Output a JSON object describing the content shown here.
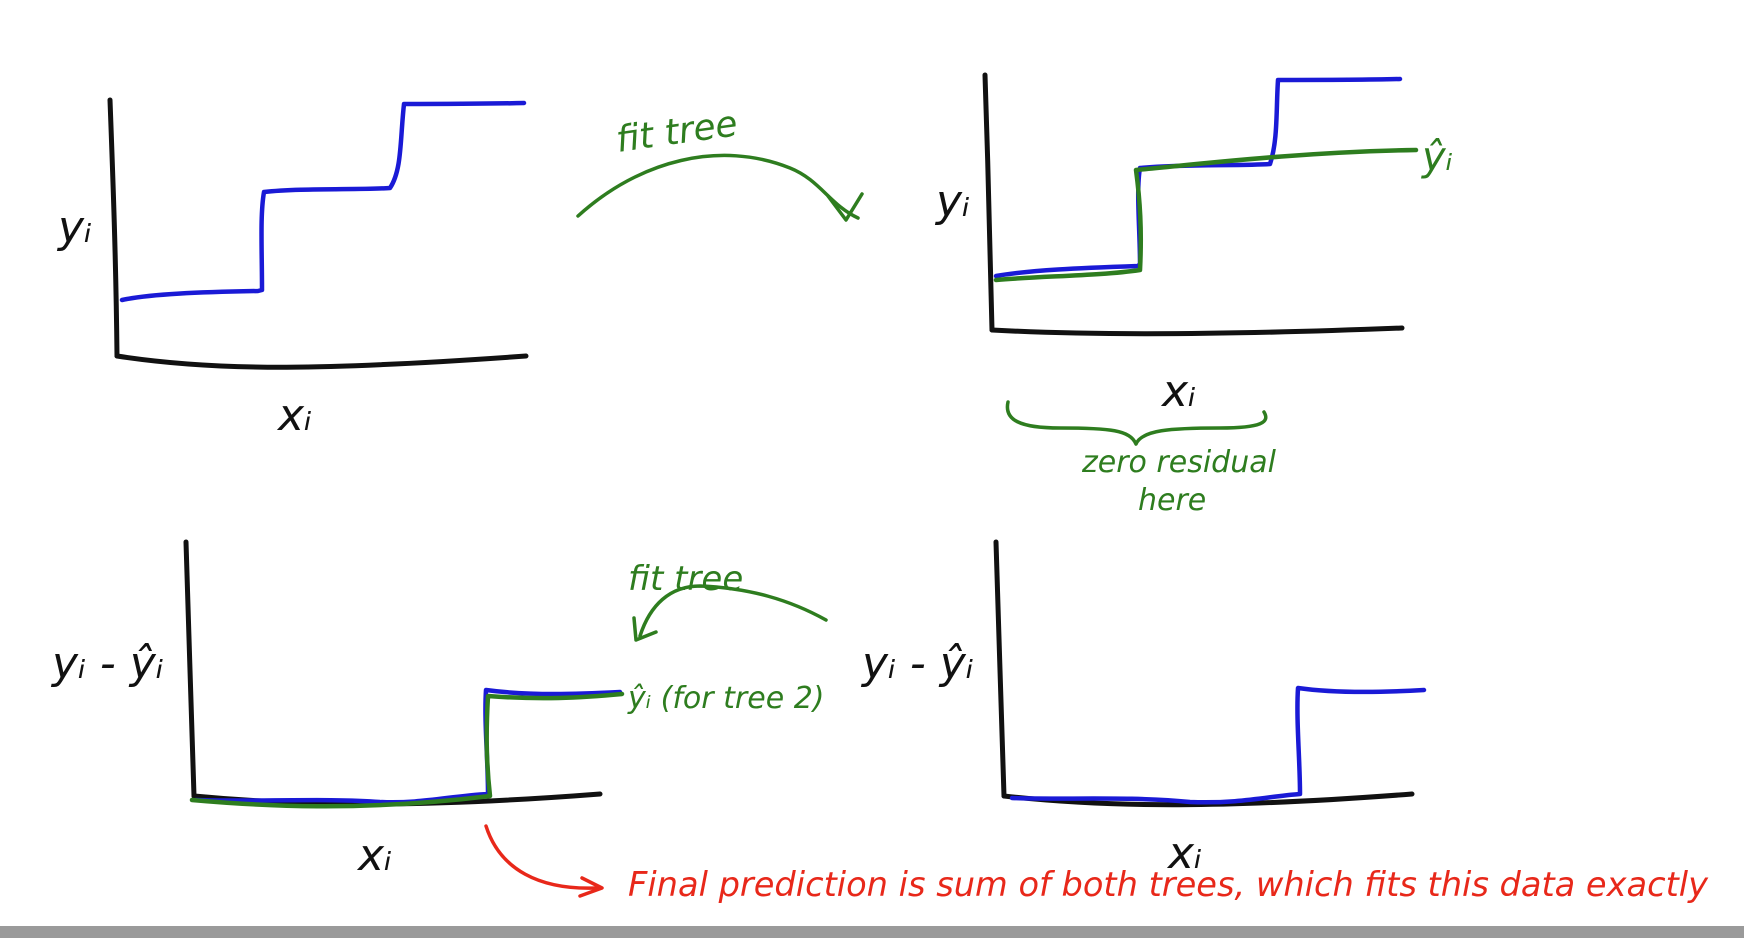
{
  "panels": {
    "top_left": {
      "y_label": "yᵢ",
      "x_label": "xᵢ"
    },
    "top_right": {
      "y_label": "yᵢ",
      "x_label": "xᵢ",
      "fit_label": "ŷᵢ"
    },
    "bottom_left": {
      "y_label": "yᵢ - ŷᵢ",
      "x_label": "xᵢ",
      "fit_label": "ŷᵢ (for tree 2)"
    },
    "bottom_right": {
      "y_label": "yᵢ - ŷᵢ",
      "x_label": "xᵢ"
    }
  },
  "arrows": {
    "top": "fit tree",
    "bottom": "fit tree"
  },
  "notes": {
    "zero_residual": "zero residual",
    "here": "here",
    "final": "Final prediction is sum of both trees, which fits this data exactly"
  },
  "colors": {
    "axes": "#111111",
    "data": "#1a1ad6",
    "fit": "#2e7d1f",
    "annotation": "#e8281a"
  }
}
